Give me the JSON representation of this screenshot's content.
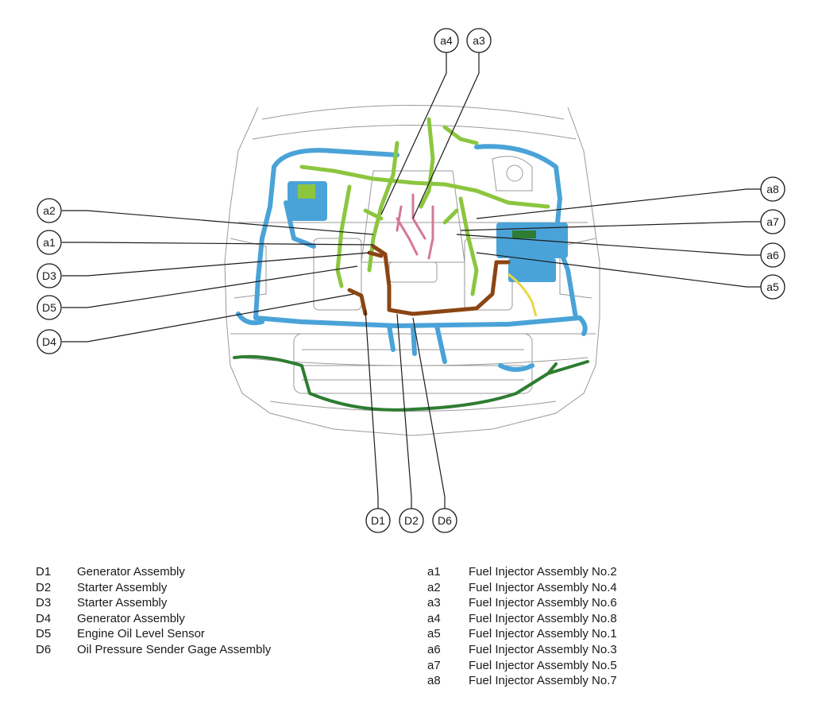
{
  "callouts": {
    "a1": "a1",
    "a2": "a2",
    "a3": "a3",
    "a4": "a4",
    "a5": "a5",
    "a6": "a6",
    "a7": "a7",
    "a8": "a8",
    "D1": "D1",
    "D2": "D2",
    "D3": "D3",
    "D4": "D4",
    "D5": "D5",
    "D6": "D6"
  },
  "legend_left": [
    {
      "code": "D1",
      "name": "Generator Assembly"
    },
    {
      "code": "D2",
      "name": "Starter Assembly"
    },
    {
      "code": "D3",
      "name": "Starter Assembly"
    },
    {
      "code": "D4",
      "name": "Generator Assembly"
    },
    {
      "code": "D5",
      "name": "Engine Oil Level Sensor"
    },
    {
      "code": "D6",
      "name": "Oil Pressure Sender Gage Assembly"
    }
  ],
  "legend_right": [
    {
      "code": "a1",
      "name": "Fuel Injector Assembly No.2"
    },
    {
      "code": "a2",
      "name": "Fuel Injector Assembly No.4"
    },
    {
      "code": "a3",
      "name": "Fuel Injector Assembly No.6"
    },
    {
      "code": "a4",
      "name": "Fuel Injector Assembly No.8"
    },
    {
      "code": "a5",
      "name": "Fuel Injector Assembly No.1"
    },
    {
      "code": "a6",
      "name": "Fuel Injector Assembly No.3"
    },
    {
      "code": "a7",
      "name": "Fuel Injector Assembly No.5"
    },
    {
      "code": "a8",
      "name": "Fuel Injector Assembly No.7"
    }
  ],
  "colors": {
    "harness_blue": "#4aa3d8",
    "harness_green": "#8cc63f",
    "harness_dark_green": "#2e7d32",
    "harness_brown": "#8b4513",
    "harness_pink": "#d4779a",
    "harness_yellow": "#e8d84a",
    "outline": "#9a9a9a"
  }
}
